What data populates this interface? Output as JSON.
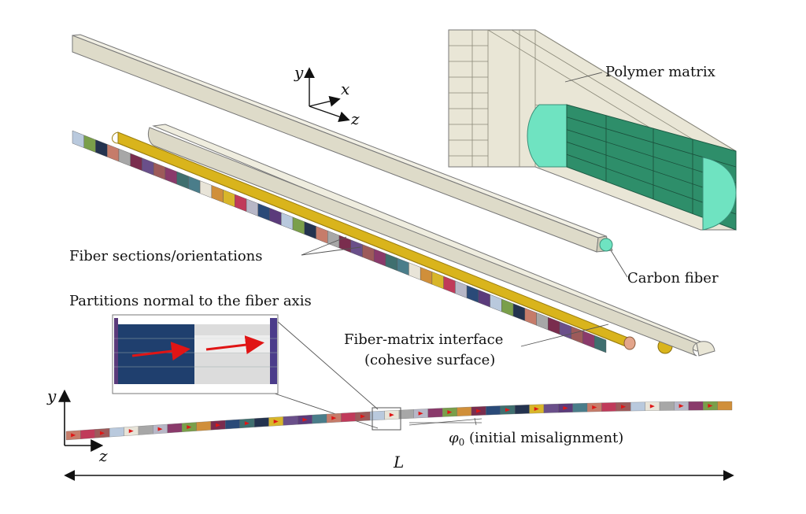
{
  "labels": {
    "polymer_matrix": "Polymer matrix",
    "carbon_fiber": "Carbon fiber",
    "fiber_sections": "Fiber sections/orientations",
    "partitions": "Partitions normal to the fiber axis",
    "interface_line1": "Fiber-matrix interface",
    "interface_line2": "(cohesive surface)",
    "misalignment_symbol": "φ",
    "misalignment_subscript": "0",
    "misalignment_text": " (initial misalignment)",
    "length": "L"
  },
  "axes_3d": {
    "y": "y",
    "x": "x",
    "z": "z"
  },
  "axes_2d": {
    "y": "y",
    "z": "z"
  },
  "colors": {
    "matrix": "#e6e3d4",
    "matrix_edge": "#7a7868",
    "fiber_interface": "#d9b41c",
    "fiber_tip": "#e3a58b",
    "carbon_fiber": "#6fe3c1",
    "fiber_inner": "#2e8e6a",
    "arrow_red": "#e01515"
  },
  "segment_palette": [
    "#b9c9dd",
    "#d8b62a",
    "#8a3a6b",
    "#c67c6a",
    "#2a4a78",
    "#e8e4d8",
    "#6a4f8a",
    "#7a9f4a",
    "#c03a5a",
    "#3f6f6f",
    "#a7a7a7",
    "#5b3b7b",
    "#d08f3a",
    "#9d5a5a",
    "#24334f",
    "#b7b7c7",
    "#4a7d8a",
    "#7a2d4e"
  ]
}
